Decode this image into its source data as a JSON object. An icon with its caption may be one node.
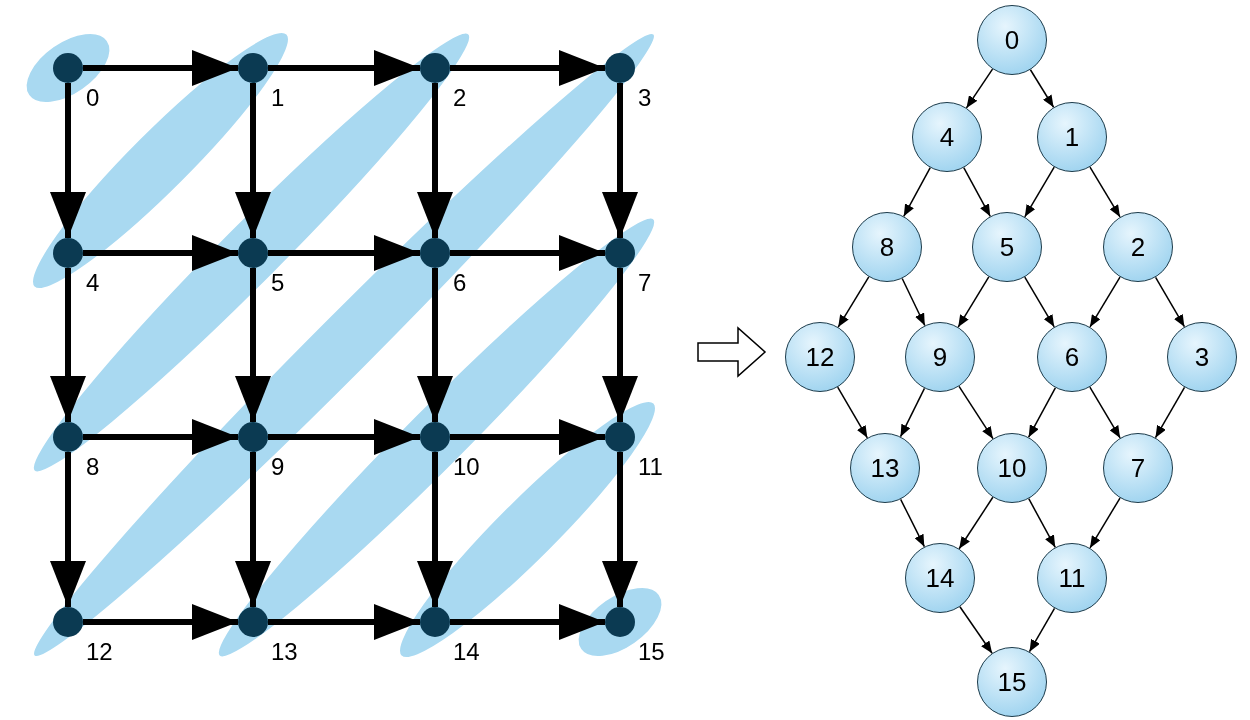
{
  "diagram": {
    "nodes": [
      {
        "text": [],
        "shape": "circle",
        "beside": [
          "0"
        ]
      },
      {
        "text": [],
        "shape": "circle",
        "beside": [
          "1"
        ]
      },
      {
        "text": [],
        "shape": "circle",
        "beside": [
          "2"
        ]
      },
      {
        "text": [],
        "shape": "circle",
        "beside": [
          "3"
        ]
      },
      {
        "text": [],
        "shape": "circle",
        "beside": [
          "4"
        ]
      },
      {
        "text": [],
        "shape": "circle",
        "beside": [
          "5"
        ]
      },
      {
        "text": [],
        "shape": "circle",
        "beside": [
          "6"
        ]
      },
      {
        "text": [],
        "shape": "circle",
        "beside": [
          "7"
        ]
      },
      {
        "text": [],
        "shape": "circle",
        "beside": [
          "8"
        ]
      },
      {
        "text": [],
        "shape": "circle",
        "beside": [
          "9"
        ]
      },
      {
        "text": [],
        "shape": "circle",
        "beside": [
          "10"
        ]
      },
      {
        "text": [],
        "shape": "circle",
        "beside": [
          "11"
        ]
      },
      {
        "text": [],
        "shape": "circle",
        "beside": [
          "12"
        ]
      },
      {
        "text": [],
        "shape": "circle",
        "beside": [
          "13"
        ]
      },
      {
        "text": [],
        "shape": "circle",
        "beside": [
          "14"
        ]
      },
      {
        "text": [],
        "shape": "circle",
        "beside": [
          "15"
        ]
      },
      {
        "text": [
          "0"
        ]
      },
      {
        "text": [
          "4"
        ]
      },
      {
        "text": [
          "1"
        ]
      },
      {
        "text": [
          "8"
        ]
      },
      {
        "text": [
          "5"
        ]
      },
      {
        "text": [
          "2"
        ]
      },
      {
        "text": [
          "12"
        ]
      },
      {
        "text": [
          "9"
        ]
      },
      {
        "text": [
          "6"
        ]
      },
      {
        "text": [
          "3"
        ]
      },
      {
        "text": [
          "13"
        ]
      },
      {
        "text": [
          "10"
        ]
      },
      {
        "text": [
          "7"
        ]
      },
      {
        "text": [
          "14"
        ]
      },
      {
        "text": [
          "11"
        ]
      },
      {
        "text": [
          "15"
        ]
      }
    ],
    "edges": [
      {
        "from": 0,
        "to": 1,
        "arrow": "to",
        "style": "thick"
      },
      {
        "from": 0,
        "to": 4,
        "arrow": "to",
        "style": "thick"
      },
      {
        "from": 1,
        "to": 2,
        "arrow": "to",
        "style": "thick"
      },
      {
        "from": 1,
        "to": 5,
        "arrow": "to",
        "style": "thick"
      },
      {
        "from": 2,
        "to": 3,
        "arrow": "to",
        "style": "thick"
      },
      {
        "from": 2,
        "to": 6,
        "arrow": "to",
        "style": "thick"
      },
      {
        "from": 3,
        "to": 7,
        "arrow": "to",
        "style": "thick"
      },
      {
        "from": 4,
        "to": 5,
        "arrow": "to",
        "style": "thick"
      },
      {
        "from": 4,
        "to": 8,
        "arrow": "to",
        "style": "thick"
      },
      {
        "from": 5,
        "to": 6,
        "arrow": "to",
        "style": "thick"
      },
      {
        "from": 5,
        "to": 9,
        "arrow": "to",
        "style": "thick"
      },
      {
        "from": 6,
        "to": 7,
        "arrow": "to",
        "style": "thick"
      },
      {
        "from": 6,
        "to": 10,
        "arrow": "to",
        "style": "thick"
      },
      {
        "from": 7,
        "to": 11,
        "arrow": "to",
        "style": "thick"
      },
      {
        "from": 8,
        "to": 9,
        "arrow": "to",
        "style": "thick"
      },
      {
        "from": 8,
        "to": 12,
        "arrow": "to",
        "style": "thick"
      },
      {
        "from": 9,
        "to": 10,
        "arrow": "to",
        "style": "thick"
      },
      {
        "from": 9,
        "to": 13,
        "arrow": "to",
        "style": "thick"
      },
      {
        "from": 10,
        "to": 11,
        "arrow": "to",
        "style": "thick"
      },
      {
        "from": 10,
        "to": 14,
        "arrow": "to",
        "style": "thick"
      },
      {
        "from": 11,
        "to": 15,
        "arrow": "to",
        "style": "thick"
      },
      {
        "from": 12,
        "to": 13,
        "arrow": "to",
        "style": "thick"
      },
      {
        "from": 13,
        "to": 14,
        "arrow": "to",
        "style": "thick"
      },
      {
        "from": 14,
        "to": 15,
        "arrow": "to",
        "style": "thick"
      },
      {
        "from": 16,
        "to": 17,
        "arrow": "to"
      },
      {
        "from": 16,
        "to": 18,
        "arrow": "to"
      },
      {
        "from": 17,
        "to": 19,
        "arrow": "to"
      },
      {
        "from": 17,
        "to": 20,
        "arrow": "to"
      },
      {
        "from": 18,
        "to": 20,
        "arrow": "to"
      },
      {
        "from": 18,
        "to": 21,
        "arrow": "to"
      },
      {
        "from": 19,
        "to": 22,
        "arrow": "to"
      },
      {
        "from": 19,
        "to": 23,
        "arrow": "to"
      },
      {
        "from": 20,
        "to": 23,
        "arrow": "to"
      },
      {
        "from": 20,
        "to": 24,
        "arrow": "to"
      },
      {
        "from": 21,
        "to": 24,
        "arrow": "to"
      },
      {
        "from": 21,
        "to": 25,
        "arrow": "to"
      },
      {
        "from": 22,
        "to": 26,
        "arrow": "to"
      },
      {
        "from": 23,
        "to": 26,
        "arrow": "to"
      },
      {
        "from": 23,
        "to": 27,
        "arrow": "to"
      },
      {
        "from": 24,
        "to": 27,
        "arrow": "to"
      },
      {
        "from": 24,
        "to": 28,
        "arrow": "to"
      },
      {
        "from": 25,
        "to": 28,
        "arrow": "to"
      },
      {
        "from": 26,
        "to": 29,
        "arrow": "to"
      },
      {
        "from": 27,
        "to": 29,
        "arrow": "to"
      },
      {
        "from": 27,
        "to": 30,
        "arrow": "to"
      },
      {
        "from": 28,
        "to": 30,
        "arrow": "to"
      },
      {
        "from": 29,
        "to": 31,
        "arrow": "to"
      },
      {
        "from": 30,
        "to": 31,
        "arrow": "to"
      }
    ]
  }
}
